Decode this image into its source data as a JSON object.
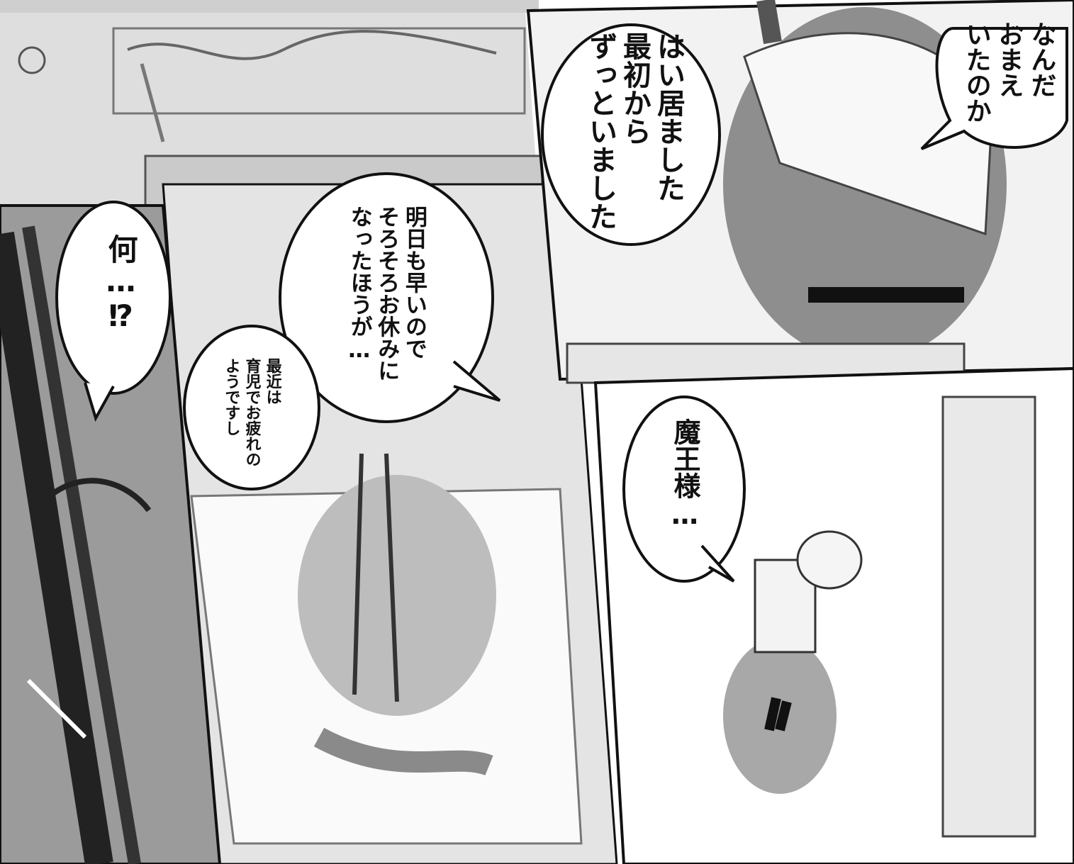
{
  "bubbles": {
    "b1": {
      "lines": [
        "なんだ",
        "おまえ",
        "いたのか"
      ]
    },
    "b2": {
      "lines": [
        "はい",
        "居ました",
        "最初から",
        "ずっといました"
      ]
    },
    "b3": {
      "lines": [
        "何…",
        "⁉"
      ]
    },
    "b4": {
      "lines": [
        "明日も早いので",
        "そろそろお休みに",
        "なったほうが…"
      ]
    },
    "b5": {
      "lines": [
        "最近は",
        "育児でお疲れの",
        "ようですし"
      ]
    },
    "b6": {
      "lines": [
        "魔王様…"
      ]
    }
  }
}
